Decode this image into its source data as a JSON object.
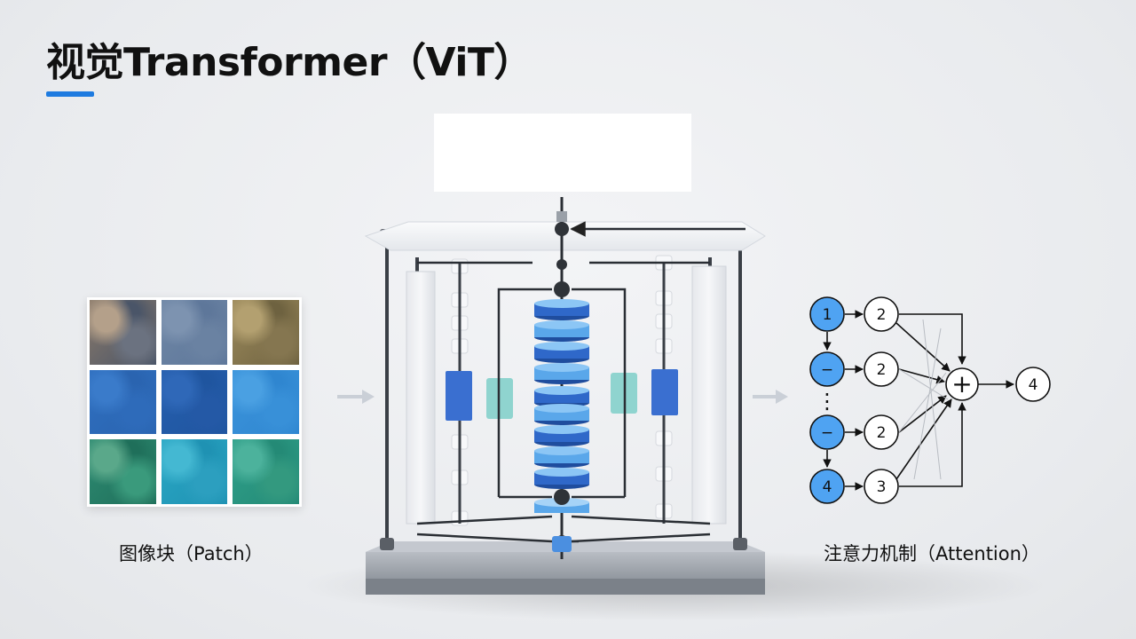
{
  "title": "视觉Transformer（ViT）",
  "captions": {
    "patch": "图像块（Patch）",
    "attention": "注意力机制（Attention）"
  },
  "patches": [
    {
      "name": "patch-city",
      "colors": [
        "#8a7a6a",
        "#4a5568",
        "#b4a08a",
        "#6b7280"
      ]
    },
    {
      "name": "patch-sky-gray",
      "colors": [
        "#6f87a6",
        "#5e779a",
        "#7d93b0",
        "#6a82a2"
      ]
    },
    {
      "name": "patch-terrain",
      "colors": [
        "#9c8a5c",
        "#6e6240",
        "#b3a070",
        "#857650"
      ]
    },
    {
      "name": "patch-blue-1",
      "colors": [
        "#2f6fbf",
        "#2a64b0",
        "#3a7bca",
        "#2e6bba"
      ]
    },
    {
      "name": "patch-blue-2",
      "colors": [
        "#265fae",
        "#1f559f",
        "#2f68b8",
        "#2459a6"
      ]
    },
    {
      "name": "patch-blue-3",
      "colors": [
        "#3c94db",
        "#2f86d0",
        "#4aa0e2",
        "#3890d8"
      ]
    },
    {
      "name": "patch-forest",
      "colors": [
        "#2e8b72",
        "#1f6f5a",
        "#5aa88a",
        "#3a9a7c"
      ]
    },
    {
      "name": "patch-sea-teal",
      "colors": [
        "#2aa7c4",
        "#1f92b3",
        "#44b8d2",
        "#2c9fbf"
      ]
    },
    {
      "name": "patch-sea-green",
      "colors": [
        "#2fa08a",
        "#248a76",
        "#4cb29c",
        "#33997f"
      ]
    }
  ],
  "attention_nodes": [
    {
      "id": "q1",
      "label": "1",
      "style": "filled"
    },
    {
      "id": "q2",
      "label": "−",
      "style": "filled"
    },
    {
      "id": "qdots",
      "label": "⋮",
      "style": "text"
    },
    {
      "id": "q3",
      "label": "−",
      "style": "filled"
    },
    {
      "id": "q4",
      "label": "4",
      "style": "filled"
    },
    {
      "id": "k1",
      "label": "2",
      "style": "outline"
    },
    {
      "id": "k2",
      "label": "2",
      "style": "outline"
    },
    {
      "id": "k3",
      "label": "2",
      "style": "outline"
    },
    {
      "id": "k4",
      "label": "3",
      "style": "outline"
    },
    {
      "id": "sum",
      "label": "+",
      "style": "outline"
    },
    {
      "id": "out",
      "label": "4",
      "style": "outline"
    }
  ],
  "colors": {
    "accent": "#1e7be0",
    "node_fill": "#4fa3f2",
    "disk_dark": "#2f68c9",
    "disk_light": "#5aa7ea",
    "block_dark": "#3a6fd0",
    "block_teal": "#8fd4cf"
  }
}
